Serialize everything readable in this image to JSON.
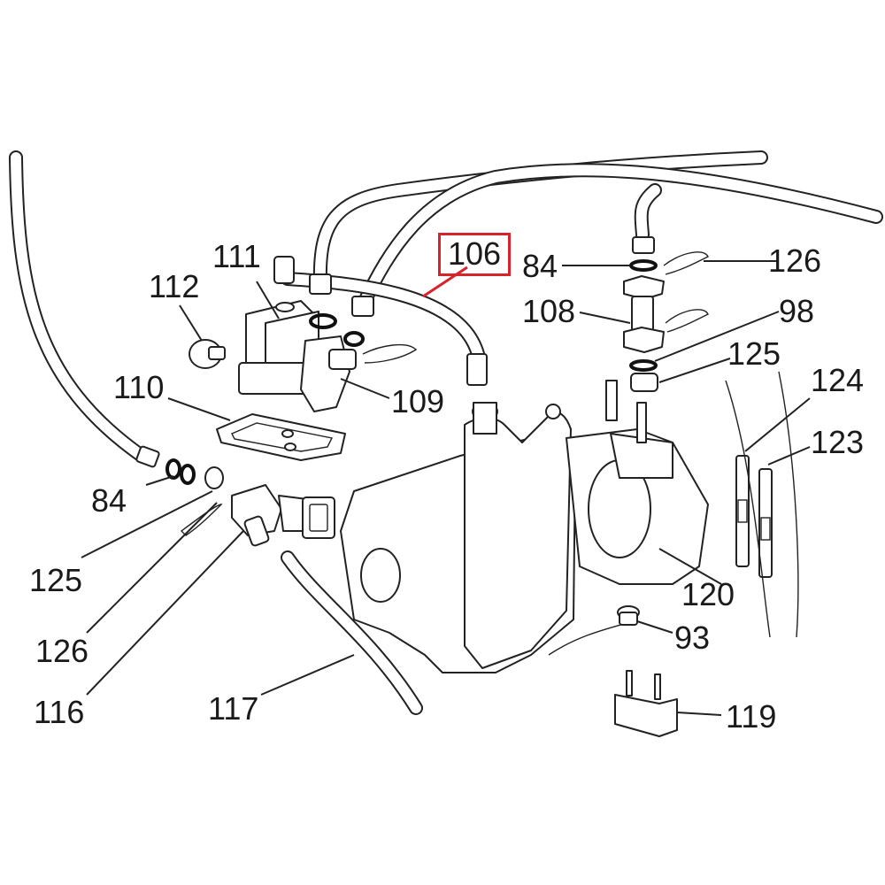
{
  "diagram": {
    "highlight_color": "#d7232a",
    "callouts": {
      "c106": "106",
      "c111": "111",
      "c112": "112",
      "c110": "110",
      "c109": "109",
      "c84_right": "84",
      "c108": "108",
      "c126_right": "126",
      "c98": "98",
      "c125_right": "125",
      "c124": "124",
      "c123": "123",
      "c84_left": "84",
      "c125_left": "125",
      "c126_left": "126",
      "c116": "116",
      "c117": "117",
      "c120": "120",
      "c93": "93",
      "c119": "119"
    }
  }
}
